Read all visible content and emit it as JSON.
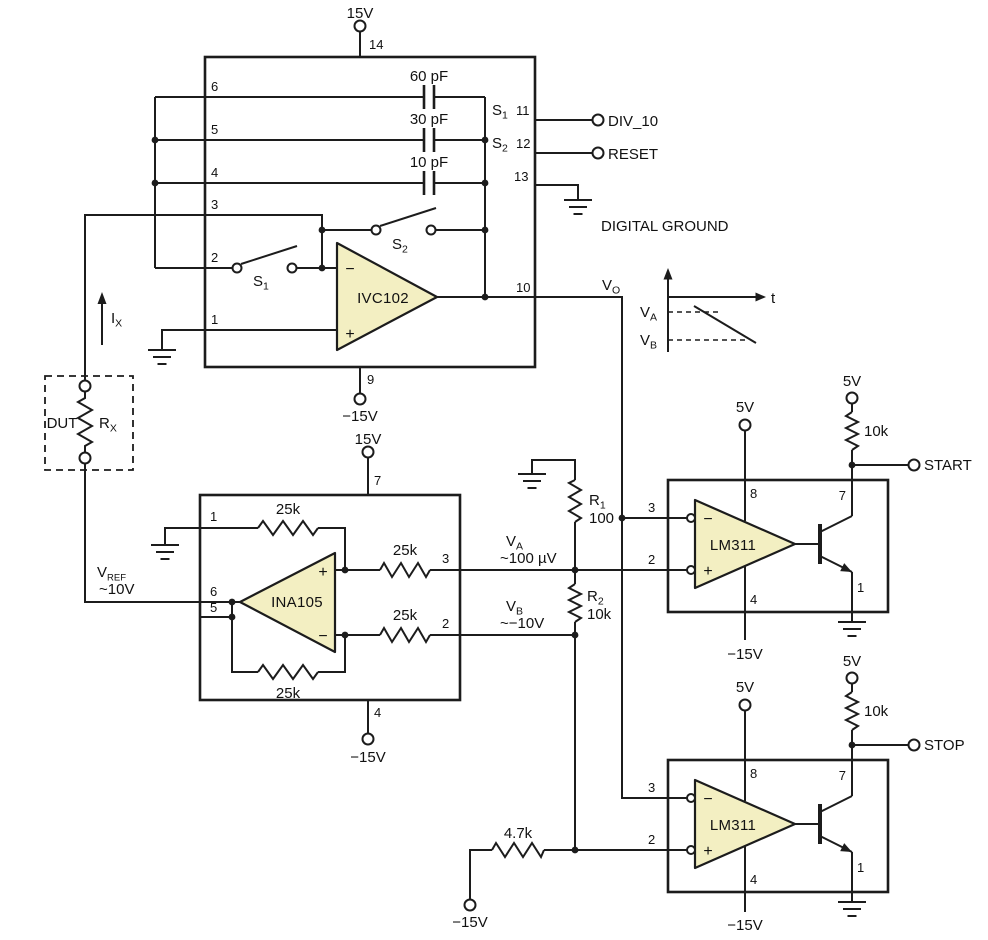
{
  "colors": {
    "line": "#1c1c1c",
    "amp_fill": "#f3efc2",
    "background": "#ffffff"
  },
  "ivc102": {
    "part": "IVC102",
    "supply_top": "15V",
    "pin14": "14",
    "cap60": "60 pF",
    "cap30": "30 pF",
    "cap10": "10 pF",
    "pin6": "6",
    "pin5": "5",
    "pin4": "4",
    "pin3": "3",
    "pin2": "2",
    "pin1": "1",
    "sw1_main": "S",
    "sw1_sub": "1",
    "sw2_main": "S",
    "sw2_sub": "2",
    "minus": "−",
    "plus": "+",
    "pin11_fn_main": "S",
    "pin11_fn_sub": "1",
    "pin11": "11",
    "pin12_fn_main": "S",
    "pin12_fn_sub": "2",
    "pin12": "12",
    "pin13": "13",
    "pin10": "10",
    "pin9": "9",
    "sig_div10": "DIV_10",
    "sig_reset": "RESET",
    "sig_dgnd": "DIGITAL GROUND",
    "supply_bottom": "−15V",
    "vo_main": "V",
    "vo_sub": "O"
  },
  "waveform": {
    "t_label": "t",
    "va_main": "V",
    "va_sub": "A",
    "vb_main": "V",
    "vb_sub": "B"
  },
  "dut": {
    "ix_main": "I",
    "ix_sub": "X",
    "name": "DUT",
    "rx_main": "R",
    "rx_sub": "X"
  },
  "ina105": {
    "part": "INA105",
    "supply_top": "15V",
    "pin7": "7",
    "supply_bottom": "−15V",
    "pin4": "4",
    "pin1": "1",
    "pin6": "6",
    "pin5": "5",
    "pin3": "3",
    "pin2": "2",
    "r_fb_top": "25k",
    "r_fb_bottom": "25k",
    "r_in_pos": "25k",
    "r_in_neg": "25k",
    "vref_main": "V",
    "vref_sub": "REF",
    "vref_val": "~10V",
    "plus": "+",
    "minus": "−"
  },
  "divider": {
    "r1_main": "R",
    "r1_sub": "1",
    "r1_val": "100",
    "r2_main": "R",
    "r2_sub": "2",
    "r2_val": "10k",
    "va_main": "V",
    "va_sub": "A",
    "va_val": "~100 µV",
    "vb_main": "V",
    "vb_sub": "B",
    "vb_val": "~−10V"
  },
  "comp_start": {
    "part": "LM311",
    "pin3": "3",
    "pin2": "2",
    "pin8": "8",
    "pin7": "7",
    "pin4": "4",
    "pin1": "1",
    "supply_pin8": "5V",
    "supply_pullup": "5V",
    "pullup": "10k",
    "supply_neg": "−15V",
    "out": "START",
    "plus": "+",
    "minus": "−"
  },
  "comp_stop": {
    "part": "LM311",
    "pin3": "3",
    "pin2": "2",
    "pin8": "8",
    "pin7": "7",
    "pin4": "4",
    "pin1": "1",
    "supply_pin8": "5V",
    "supply_pullup": "5V",
    "pullup": "10k",
    "supply_neg": "−15V",
    "out": "STOP",
    "plus": "+",
    "minus": "−"
  },
  "bias": {
    "r": "4.7k",
    "supply": "−15V"
  }
}
